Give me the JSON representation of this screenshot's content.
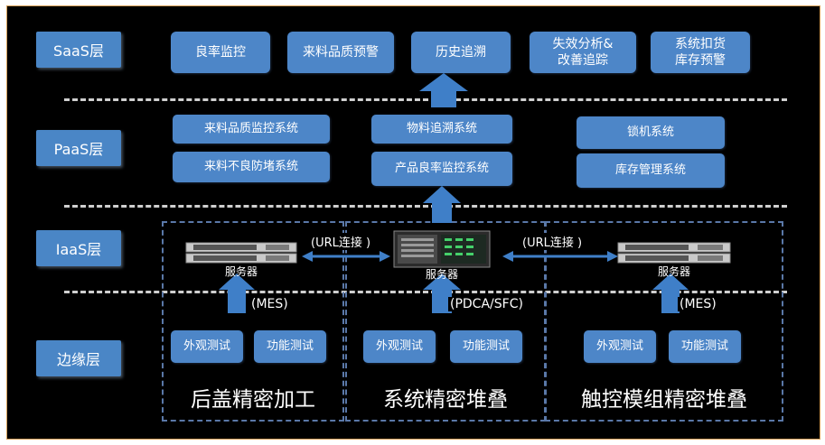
{
  "layers": {
    "saas": "SaaS层",
    "paas": "PaaS层",
    "iaas": "IaaS层",
    "edge": "边缘层"
  },
  "saas_apps": [
    "良率监控",
    "来料品质预警",
    "历史追溯",
    "失效分析&\n改善追踪",
    "系统扣货\n库存预警"
  ],
  "paas_systems": {
    "left": [
      "来料品质监控系统",
      "来料不良防堵系统"
    ],
    "middle": [
      "物料追溯系统",
      "产品良率监控系统"
    ],
    "right": [
      "锁机系统",
      "库存管理系统"
    ]
  },
  "iaas": {
    "server_label": "服务器",
    "link_left": "(URL连接 )",
    "link_right": "(URL连接 )"
  },
  "edge": {
    "zones": [
      {
        "title": "后盖精密加工",
        "protocol": "(MES)",
        "tests": [
          "外观测试",
          "功能测试"
        ]
      },
      {
        "title": "系统精密堆叠",
        "protocol": "(PDCA/SFC)",
        "tests": [
          "外观测试",
          "功能测试"
        ]
      },
      {
        "title": "触控模组精密堆叠",
        "protocol": "(MES)",
        "tests": [
          "外观测试",
          "功能测试"
        ]
      }
    ]
  },
  "colors": {
    "background": "#000000",
    "box_fill": "#4d86c8",
    "arrow": "#3f7fc8",
    "dash": "#cfcfcf",
    "zone_border": "#5a78a8",
    "frame_border": "#d8a15a"
  }
}
